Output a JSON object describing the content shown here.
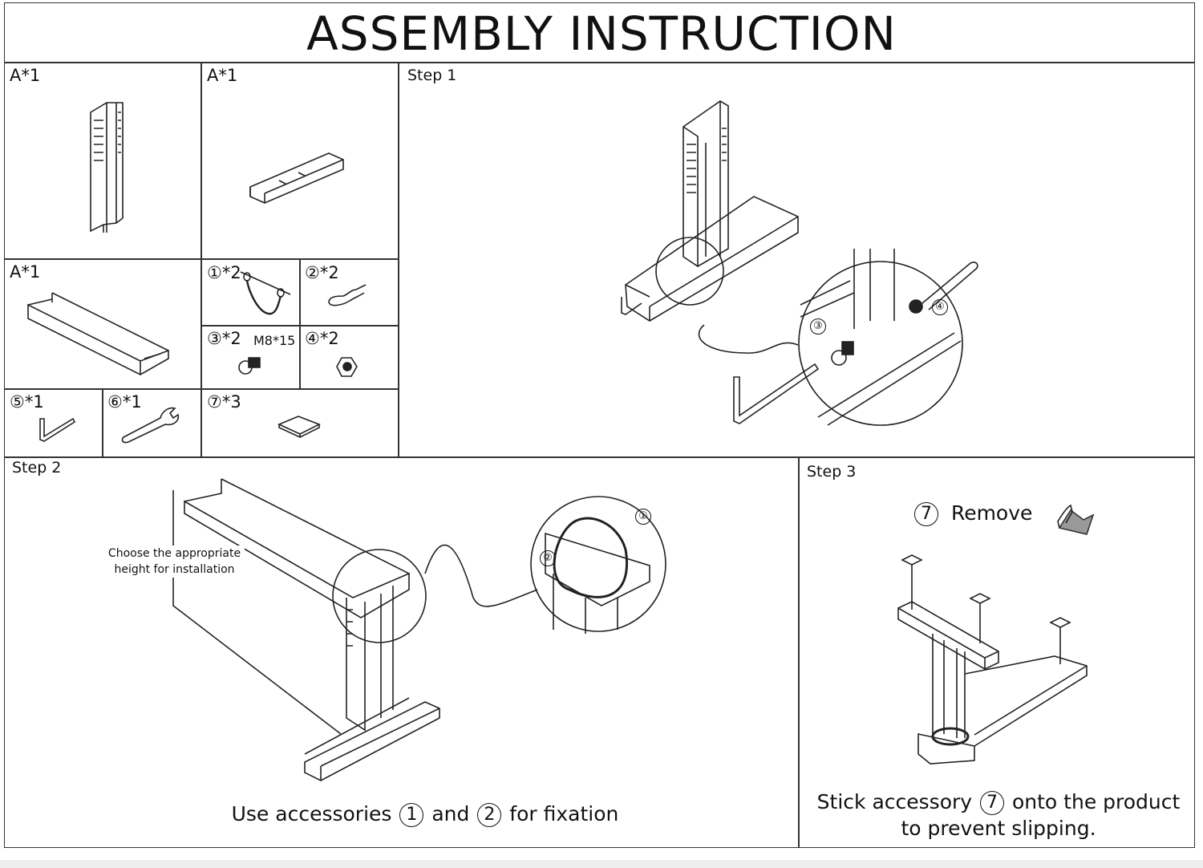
{
  "title": "ASSEMBLY INSTRUCTION",
  "parts": [
    {
      "id": "part-a-column",
      "label": "A*1",
      "icon": "upright-column-icon"
    },
    {
      "id": "part-a-top-bracket",
      "label": "A*1",
      "icon": "top-bracket-icon"
    },
    {
      "id": "part-a-base",
      "label": "A*1",
      "icon": "base-channel-icon"
    },
    {
      "id": "part-1",
      "label": "①*2",
      "icon": "lanyard-pin-icon"
    },
    {
      "id": "part-2",
      "label": "②*2",
      "icon": "r-clip-icon"
    },
    {
      "id": "part-3",
      "label": "③*2",
      "spec": "M8*15",
      "icon": "hex-bolt-icon"
    },
    {
      "id": "part-4",
      "label": "④*2",
      "icon": "hex-nut-icon"
    },
    {
      "id": "part-5",
      "label": "⑤*1",
      "icon": "allen-key-icon"
    },
    {
      "id": "part-6",
      "label": "⑥*1",
      "icon": "wrench-icon"
    },
    {
      "id": "part-7",
      "label": "⑦*3",
      "icon": "adhesive-pad-icon"
    }
  ],
  "steps": {
    "step1": {
      "label": "Step 1",
      "callouts": [
        "③",
        "④"
      ]
    },
    "step2": {
      "label": "Step 2",
      "note_line1": "Choose the appropriate",
      "note_line2": "height for installation",
      "callouts": [
        "①",
        "②"
      ],
      "caption_pre": "Use accessories",
      "caption_n1": "1",
      "caption_mid": "and",
      "caption_n2": "2",
      "caption_post": "for fixation"
    },
    "step3": {
      "label": "Step 3",
      "remove_num": "7",
      "remove_label": "Remove",
      "caption_pre": "Stick accessory",
      "caption_num": "7",
      "caption_post": "onto the product",
      "caption_line2": "to prevent slipping."
    }
  }
}
